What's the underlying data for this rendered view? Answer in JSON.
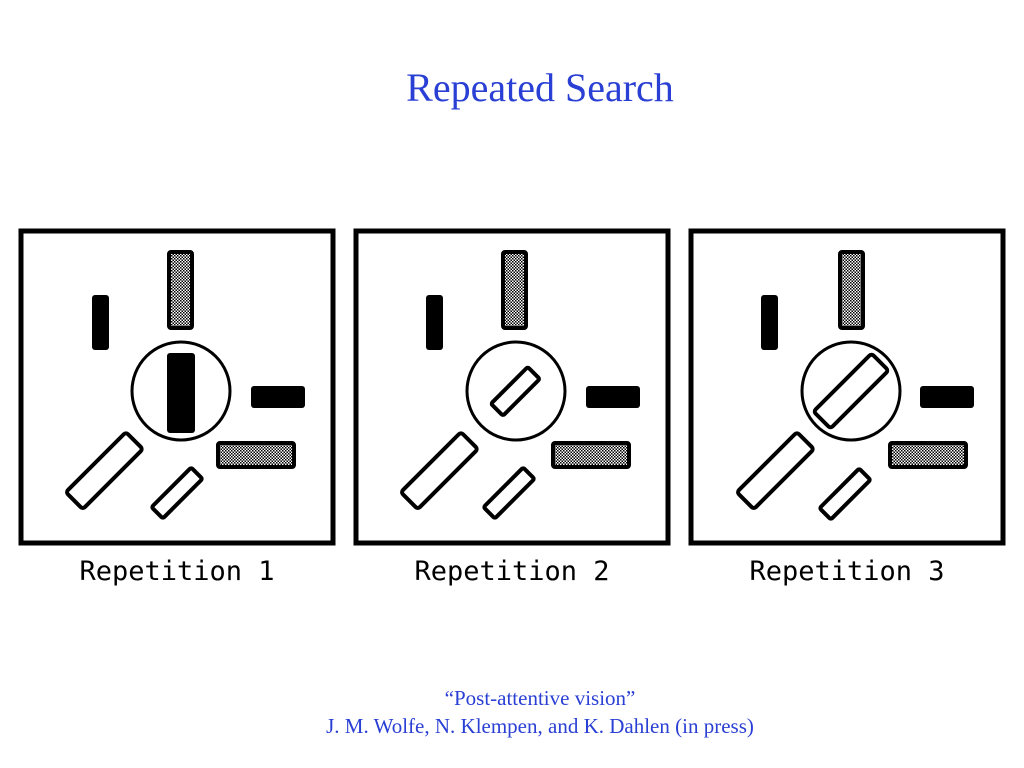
{
  "slide": {
    "title": "Repeated Search",
    "accent_color": "#2a3fd4"
  },
  "panels": [
    {
      "label": "Repetition 1"
    },
    {
      "label": "Repetition 2"
    },
    {
      "label": "Repetition 3"
    }
  ],
  "citation": {
    "line1": "“Post-attentive vision”",
    "line2": "J. M. Wolfe, N. Klempen, and K. Dahlen (in press)"
  }
}
